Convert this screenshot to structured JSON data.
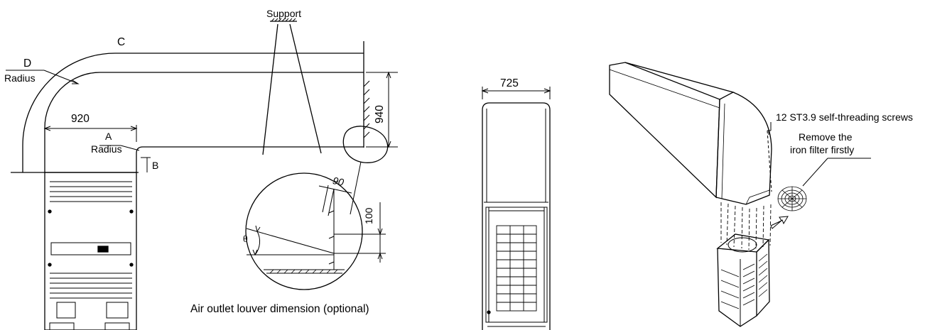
{
  "labels": {
    "support": "Support",
    "c": "C",
    "d": "D",
    "d_radius": "Radius",
    "dim_920": "920",
    "a": "A",
    "a_radius": "Radius",
    "b": "B",
    "dim_940": "940",
    "dim_90": "90",
    "dim_100": "100",
    "theta": "θ",
    "louver_caption": "Air outlet louver dimension (optional)",
    "dim_725": "725",
    "screws_note": "12 ST3.9 self-threading screws",
    "filter_note_line1": "Remove the",
    "filter_note_line2": "iron filter firstly"
  }
}
